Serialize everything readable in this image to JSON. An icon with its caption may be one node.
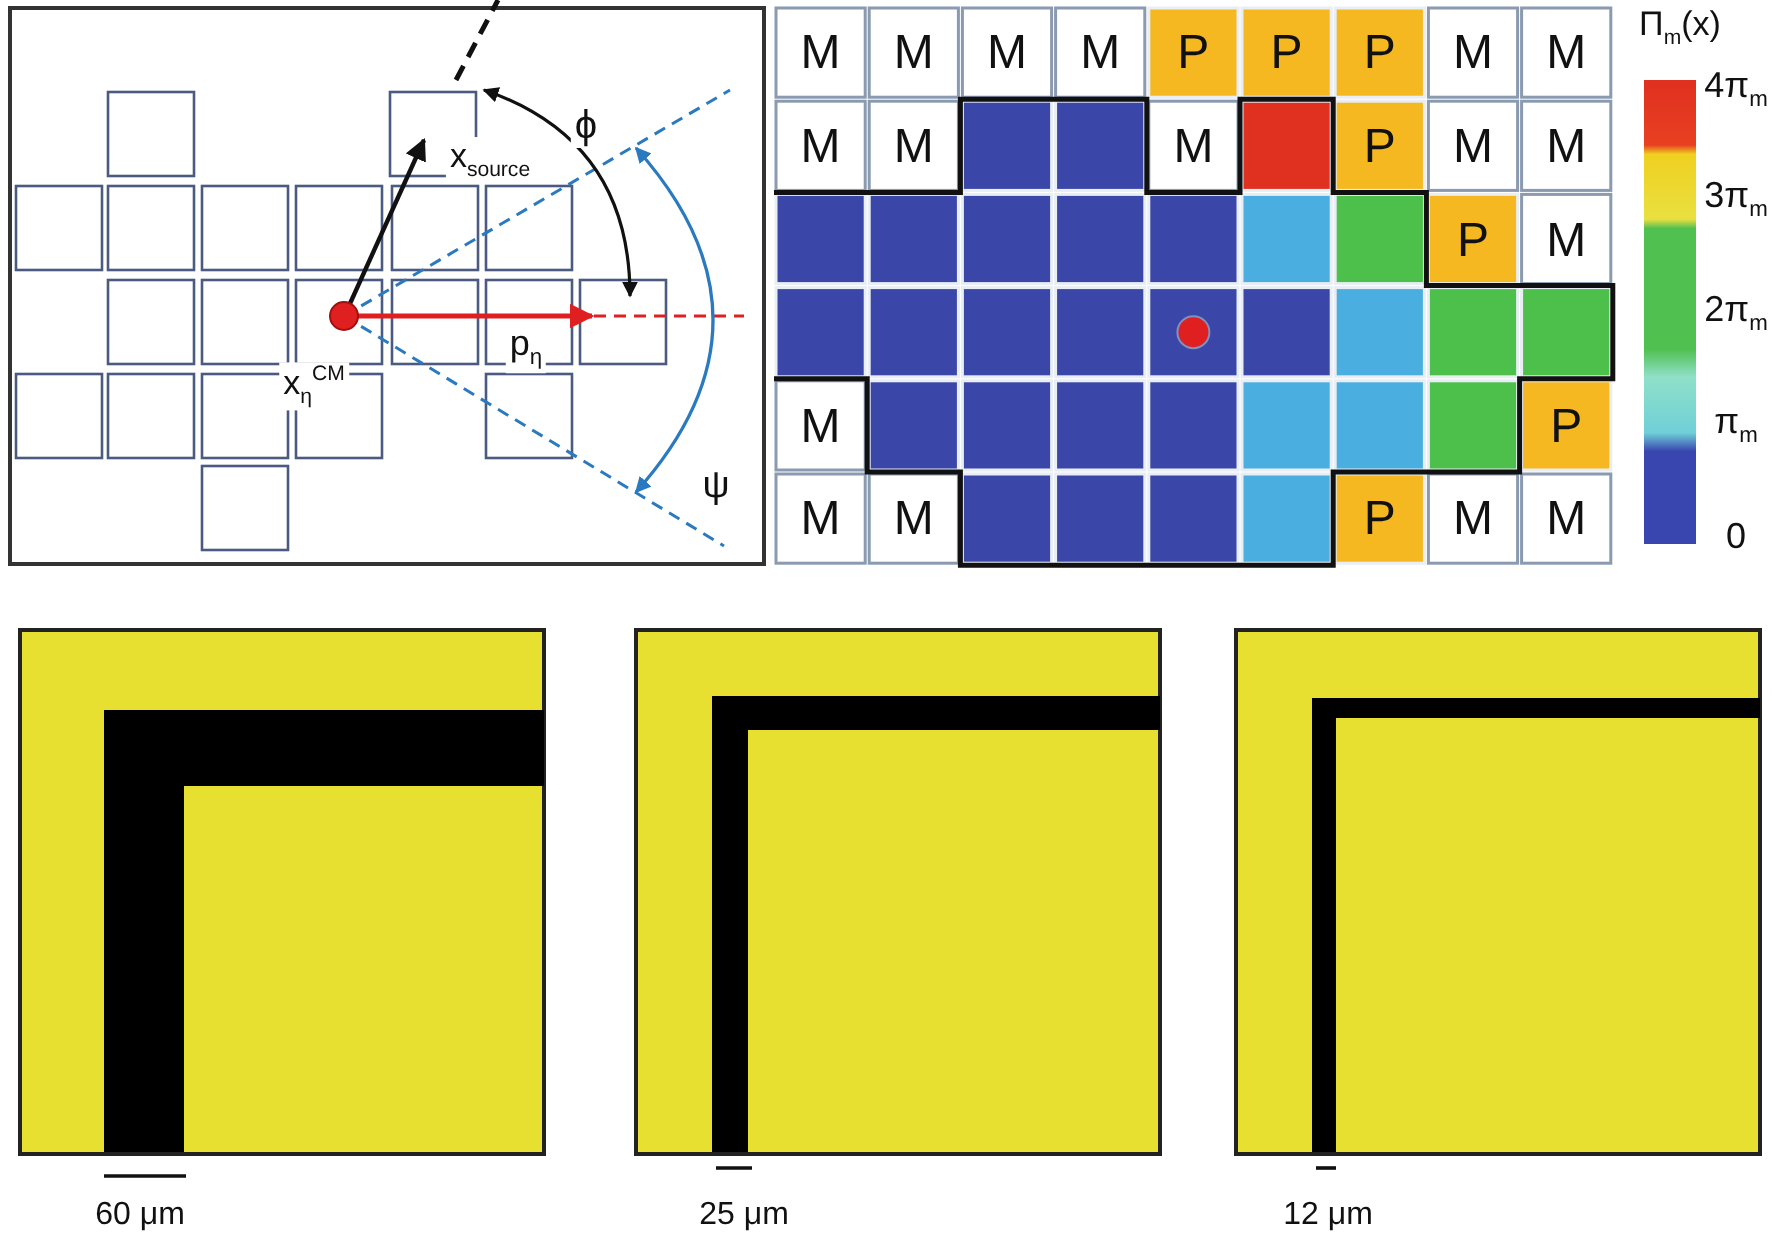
{
  "diagram": {
    "labels": [
      "x$_{source}$",
      "ϕ",
      "x$_{η}$$^{CM}$",
      "p$_{η}$",
      "ψ",
      "M",
      "M",
      "M",
      "M",
      "P",
      "P",
      "P",
      "M",
      "M",
      "M",
      "M",
      "M",
      "P",
      "M",
      "M",
      "P",
      "M",
      "M",
      "P",
      "M",
      "M",
      "P",
      "M",
      "M",
      "Π$_{m}$(x)",
      "4π$_{m}$",
      "3π$_{m}$",
      "2π$_{m}$",
      "π$_{m}$",
      "0",
      "60 μm",
      "25 μm",
      "12 μm"
    ]
  }
}
